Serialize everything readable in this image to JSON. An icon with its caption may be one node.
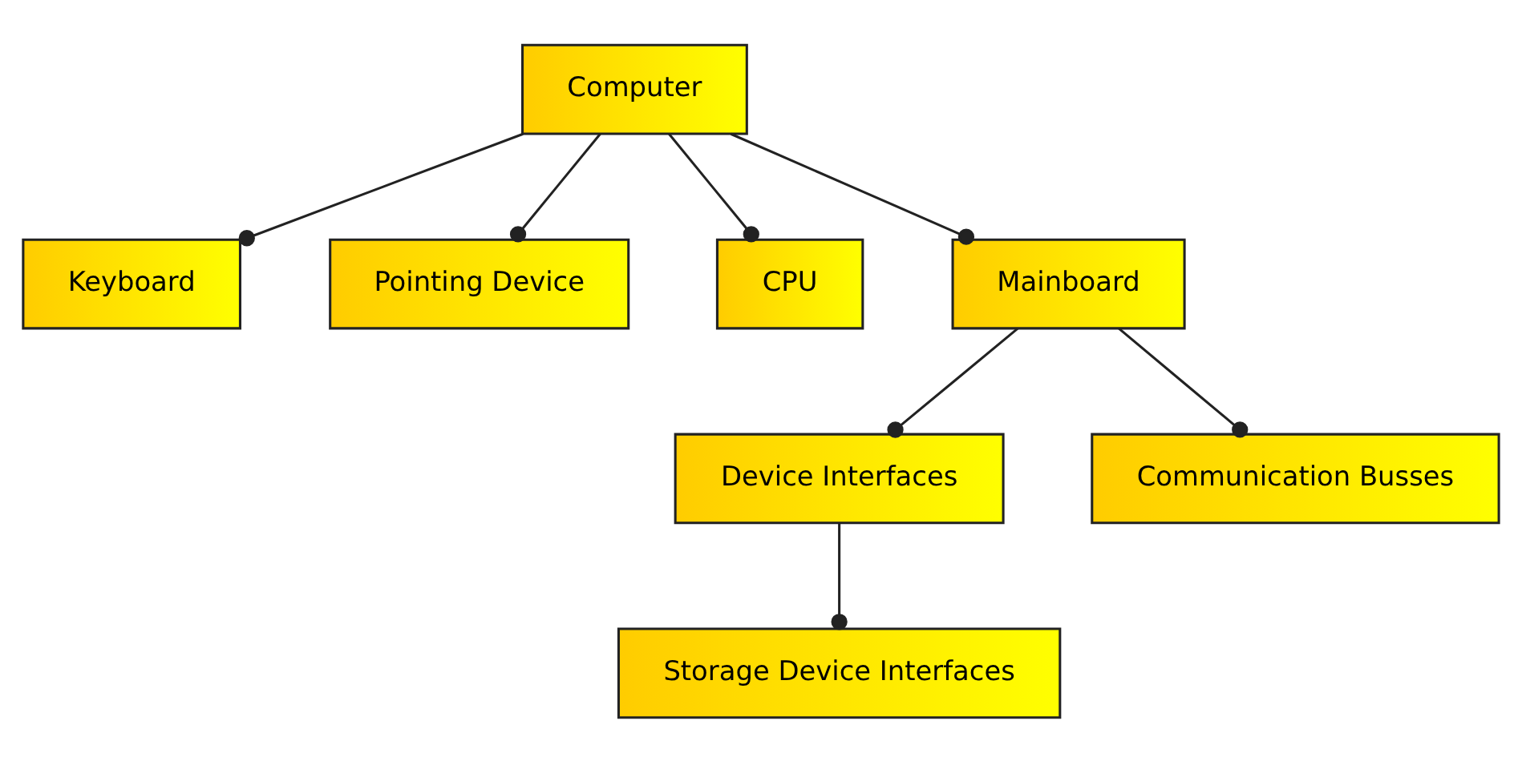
{
  "diagram": {
    "nodes": [
      {
        "text": [
          "Computer"
        ]
      },
      {
        "text": [
          "Keyboard"
        ]
      },
      {
        "text": [
          "Pointing Device"
        ]
      },
      {
        "text": [
          "CPU"
        ]
      },
      {
        "text": [
          "Mainboard"
        ]
      },
      {
        "text": [
          "Device Interfaces"
        ]
      },
      {
        "text": [
          "Communication Busses"
        ]
      },
      {
        "text": [
          "Storage Device Interfaces"
        ]
      }
    ],
    "edges": [
      {
        "from": 0,
        "to": 1,
        "arrow": "other"
      },
      {
        "from": 0,
        "to": 2,
        "arrow": "other"
      },
      {
        "from": 0,
        "to": 3,
        "arrow": "other"
      },
      {
        "from": 0,
        "to": 4,
        "arrow": "other"
      },
      {
        "from": 4,
        "to": 5,
        "arrow": "other"
      },
      {
        "from": 4,
        "to": 6,
        "arrow": "other"
      },
      {
        "from": 5,
        "to": 7,
        "arrow": "other"
      }
    ]
  }
}
